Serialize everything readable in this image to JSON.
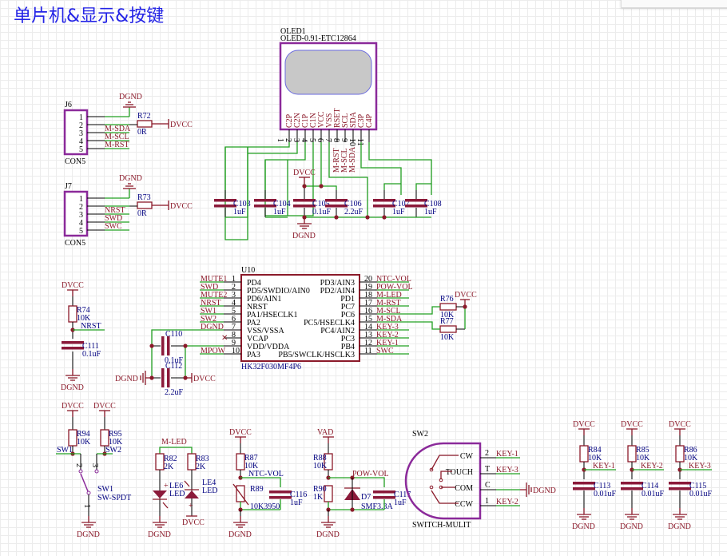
{
  "title": "单片机&显示&按键",
  "oled": {
    "ref": "OLED1",
    "part": "OLED-0.91-ETC12864",
    "pins": [
      "C2P",
      "C2N",
      "C1P",
      "C1N",
      "VCC",
      "VSS",
      "RSET",
      "SCL",
      "SDA",
      "C3P",
      "C4P"
    ],
    "pin_numbers": [
      "1",
      "2",
      "3",
      "4",
      "5",
      "6",
      "7",
      "8",
      "9",
      "10",
      "11"
    ],
    "net_labels": [
      "M-RST",
      "M-SCL",
      "M-SDA"
    ],
    "caps": [
      {
        "ref": "C103",
        "value": "1uF"
      },
      {
        "ref": "C104",
        "value": "1uF"
      },
      {
        "ref": "C105",
        "value": "0.1uF"
      },
      {
        "ref": "C106",
        "value": "2.2uF"
      },
      {
        "ref": "C107",
        "value": "1uF"
      },
      {
        "ref": "C108",
        "value": "1uF"
      }
    ],
    "power": "DVCC",
    "ground": "DGND"
  },
  "j6": {
    "ref": "J6",
    "part": "CON5",
    "pins": [
      "1",
      "2",
      "3",
      "4",
      "5"
    ],
    "nets": [
      "M-SDA",
      "M-SCL",
      "M-RST"
    ],
    "res_ref": "R72",
    "res_val": "0R",
    "power": "DVCC",
    "ground": "DGND"
  },
  "j7": {
    "ref": "J7",
    "part": "CON5",
    "pins": [
      "1",
      "2",
      "3",
      "4",
      "5"
    ],
    "nets": [
      "NRST",
      "SWD",
      "SWC"
    ],
    "res_ref": "R73",
    "res_val": "0R",
    "power": "DVCC",
    "ground": "DGND"
  },
  "u10": {
    "ref": "U10",
    "part": "HK32F030MF4P6",
    "left_nets": [
      "MUTE1",
      "SWD",
      "MUTE2",
      "NRST",
      "SW1",
      "SW2",
      "DGND",
      "",
      "",
      "MPOW"
    ],
    "left_nums": [
      "1",
      "2",
      "3",
      "4",
      "5",
      "6",
      "7",
      "8",
      "9",
      "10"
    ],
    "left_pins": [
      "PD4",
      "PD5/SWDIO/AIN0",
      "PD6/AIN1",
      "NRST",
      "PA1/HSECLK1",
      "PA2",
      "VSS/VSSA",
      "VCAP",
      "VDD/VDDA",
      "PA3"
    ],
    "right_nums": [
      "20",
      "19",
      "18",
      "17",
      "16",
      "15",
      "14",
      "13",
      "12",
      "11"
    ],
    "right_pins": [
      "PD3/AIN3",
      "PD2/AIN4",
      "PD1",
      "PC7",
      "PC6",
      "PC5/HSECLK4",
      "PC4/AIN2",
      "PC3",
      "PB4",
      "PB5/SWCLK/HSCLK3"
    ],
    "right_nets": [
      "NTC-VOL",
      "POW-VOL",
      "M-LED",
      "M-RST",
      "M-SCL",
      "M-SDA",
      "KEY-3",
      "KEY-2",
      "KEY-1",
      "SWC"
    ],
    "pullups": [
      {
        "ref": "R76",
        "value": "10K"
      },
      {
        "ref": "R77",
        "value": "10K"
      }
    ],
    "caps": [
      {
        "ref": "C110",
        "value": "0.1uF"
      },
      {
        "ref": "C112",
        "value": "2.2uF"
      }
    ],
    "power": "DVCC",
    "ground": "DGND"
  },
  "reset": {
    "power": "DVCC",
    "res_ref": "R74",
    "res_val": "10K",
    "net": "NRST",
    "cap_ref": "C111",
    "cap_val": "0.1uF",
    "ground": "DGND"
  },
  "sw1": {
    "r1_ref": "R94",
    "r1_val": "10K",
    "r2_ref": "R95",
    "r2_val": "10K",
    "net1": "SW1",
    "net2": "SW2",
    "ref": "SW1",
    "part": "SW-SPDT",
    "pins": [
      "2",
      "3",
      "1"
    ],
    "power": "DVCC",
    "ground": "DGND"
  },
  "leds": {
    "net": "M-LED",
    "r1_ref": "R82",
    "r1_val": "2K",
    "r2_ref": "R83",
    "r2_val": "2K",
    "led1_ref": "LE6",
    "led1_val": "LED",
    "led2_ref": "LE4",
    "led2_val": "LED",
    "plus": "+",
    "ground": "DGND",
    "power": "DVCC"
  },
  "ntc": {
    "power": "DVCC",
    "r_ref": "R87",
    "r_val": "10K",
    "net": "NTC-VOL",
    "ntc_ref": "R89",
    "ntc_val": "10K3950",
    "cap_ref": "C116",
    "cap_val": "1uF",
    "ground": "DGND"
  },
  "pow": {
    "power": "VAD",
    "r1_ref": "R88",
    "r1_val": "10K",
    "net": "POW-VOL",
    "r2_ref": "R90",
    "r2_val": "1K",
    "d_ref": "D7",
    "d_val": "SMF3.3A",
    "cap_ref": "C117",
    "cap_val": "1uF",
    "ground": "DGND"
  },
  "sw2": {
    "ref": "SW2",
    "part": "SWITCH-MULIT",
    "inner": [
      "CW",
      "TOUCH",
      "COM",
      "CCW"
    ],
    "pins": [
      "2",
      "T",
      "C",
      "1"
    ],
    "nets": [
      "KEY-1",
      "KEY-3",
      "",
      "KEY-2"
    ],
    "ground": "DGND"
  },
  "keys": [
    {
      "power": "DVCC",
      "r_ref": "R84",
      "r_val": "10K",
      "net": "KEY-1",
      "cap_ref": "C113",
      "cap_val": "0.01uF",
      "ground": "DGND"
    },
    {
      "power": "DVCC",
      "r_ref": "R85",
      "r_val": "10K",
      "net": "KEY-2",
      "cap_ref": "C114",
      "cap_val": "0.01uF",
      "ground": "DGND"
    },
    {
      "power": "DVCC",
      "r_ref": "R86",
      "r_val": "10K",
      "net": "KEY-3",
      "cap_ref": "C115",
      "cap_val": "0.01uF",
      "ground": "DGND"
    }
  ]
}
